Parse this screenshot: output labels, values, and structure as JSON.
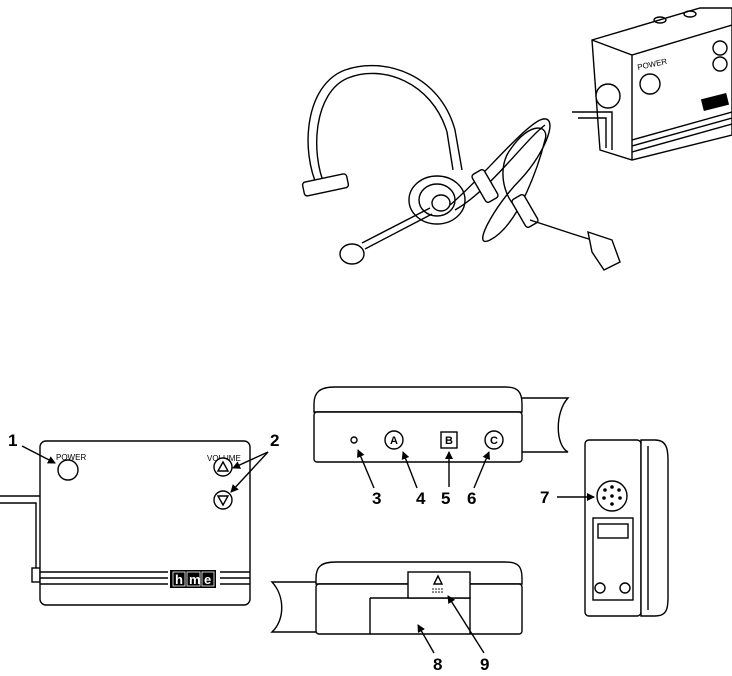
{
  "labels": {
    "power": "POWER",
    "volume": "VOLUME",
    "btn_a": "A",
    "btn_b": "B",
    "btn_c": "C",
    "brand": [
      "h",
      "m",
      "e"
    ]
  },
  "callouts": [
    "1",
    "2",
    "3",
    "4",
    "5",
    "6",
    "7",
    "8",
    "9"
  ]
}
